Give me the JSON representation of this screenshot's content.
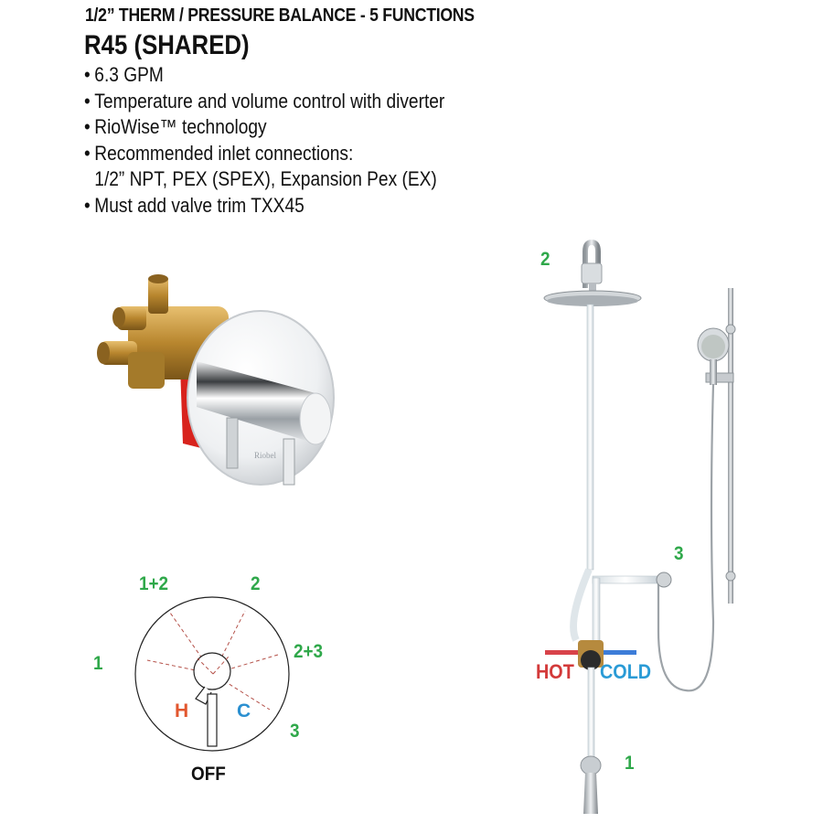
{
  "header": {
    "subtitle": "1/2” THERM / PRESSURE BALANCE - 5 FUNCTIONS",
    "model": "R45 (SHARED)"
  },
  "features": [
    {
      "bullet": "•",
      "text": "6.3 GPM"
    },
    {
      "bullet": "•",
      "text": "Temperature and volume control with diverter"
    },
    {
      "bullet": "•",
      "text": "RioWise™ technology"
    },
    {
      "bullet": "•",
      "text": "Recommended inlet connections:",
      "continuation": "1/2” NPT, PEX (SPEX), Expansion Pex (EX)"
    },
    {
      "bullet": "•",
      "text": "Must add valve trim TXX45"
    }
  ],
  "product_image": {
    "brand_mark": "Riobel",
    "description": "Rough valve with round chrome trim plate and two lever handles"
  },
  "dial_diagram": {
    "positions": [
      "1",
      "1+2",
      "2",
      "2+3",
      "3"
    ],
    "hot_label": "H",
    "cold_label": "C",
    "off_label": "OFF"
  },
  "shower_diagram": {
    "outlets": {
      "tub_spout": "1",
      "rain_head": "2",
      "hand_shower": "3"
    },
    "hot_label": "HOT",
    "cold_label": "COLD"
  },
  "colors": {
    "function_green": "#2fa84a",
    "hot_red": "#d33a3a",
    "cold_blue": "#2a9bd6",
    "h_orange": "#e2572f",
    "dashed_line": "#b5524a"
  }
}
